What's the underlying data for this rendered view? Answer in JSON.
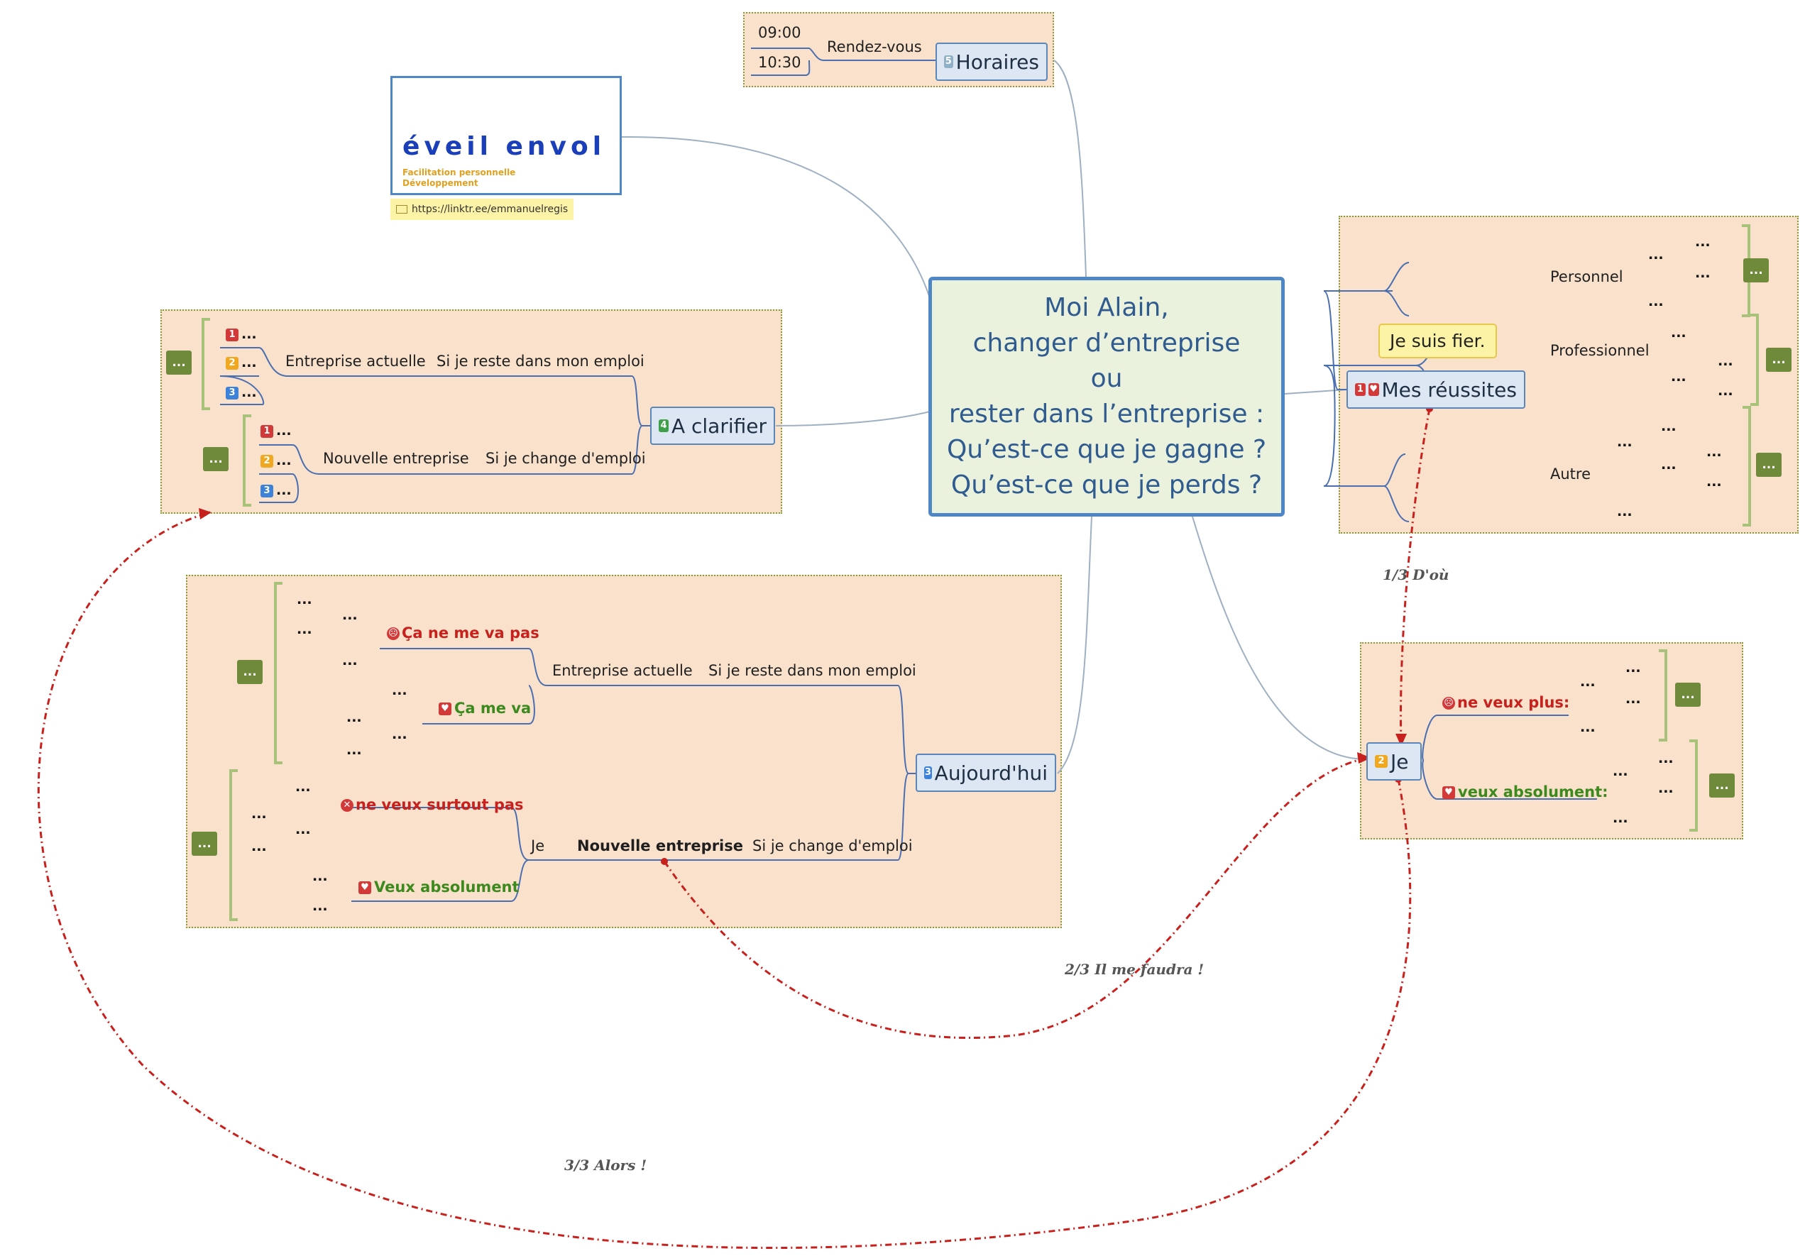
{
  "central": {
    "text": "Moi Alain,\nchanger d’entreprise\nou\nrester dans l’entreprise :\nQu’est-ce que je gagne ?\nQu’est-ce que je perds ?"
  },
  "logo": {
    "brand": "éveil envol",
    "tagline1": "Facilitation personnelle",
    "tagline2": "Développement",
    "link": "https://linktr.ee/emmanuelregis"
  },
  "horaires": {
    "title": "Horaires",
    "badge": "5",
    "rdv": "Rendez-vous",
    "time1": "09:00",
    "time2": "10:30"
  },
  "aclarifier": {
    "title": "A clarifier",
    "badge": "4",
    "reste": "Si je reste dans mon emploi",
    "change": "Si je change d'emploi",
    "actuelle": "Entreprise actuelle",
    "nouvelle": "Nouvelle entreprise",
    "dots": "...",
    "b1": "1",
    "b2": "2",
    "b3": "3"
  },
  "aujourdhui": {
    "title": "Aujourd'hui",
    "badge": "3",
    "reste": "Si je reste dans mon emploi",
    "change": "Si je change d'emploi",
    "actuelle": "Entreprise actuelle",
    "nouvelle": "Nouvelle entreprise",
    "je": "Je",
    "pas": "Ça ne me va pas",
    "va": "Ça me va",
    "surtout": "ne veux surtout pas",
    "absolument": "Veux absolument",
    "dots": "..."
  },
  "reussites": {
    "title": "Mes réussites",
    "badge": "1",
    "callout": "Je suis fier.",
    "perso": "Personnel",
    "pro": "Professionnel",
    "autre": "Autre",
    "dots": "..."
  },
  "je": {
    "title": "Je",
    "badge": "2",
    "plus": "ne veux plus:",
    "absolument": "veux absolument:",
    "dots": "..."
  },
  "relations": {
    "r1": "1/3 D'où",
    "r2": "2/3 Il me faudra !",
    "r3": "3/3 Alors !"
  },
  "colors": {
    "panel": "#f9e1cc",
    "topic": "#dce7f3",
    "central": "#eaf1dd",
    "arrow": "#c8201c",
    "summary": "#6e8a3a"
  }
}
